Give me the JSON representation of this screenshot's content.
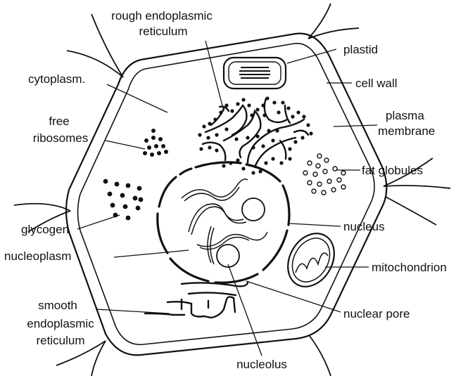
{
  "diagram": {
    "labels": {
      "rough_er": [
        "rough endoplasmic",
        "reticulum"
      ],
      "plastid": "plastid",
      "cell_wall": "cell wall",
      "cytoplasm": "cytoplasm.",
      "plasma_membrane": [
        "plasma",
        "membrane"
      ],
      "free_ribosomes": [
        "free",
        "ribosomes"
      ],
      "fat_globules": "fat globules",
      "glycogen": "glycogen",
      "nucleus": "nucleus",
      "nucleoplasm": "nucleoplasm",
      "mitochondrion": "mitochondrion",
      "smooth_er": [
        "smooth",
        "endoplasmic",
        "reticulum"
      ],
      "nuclear_pore": "nuclear pore",
      "nucleolus": "nucleolus"
    }
  }
}
